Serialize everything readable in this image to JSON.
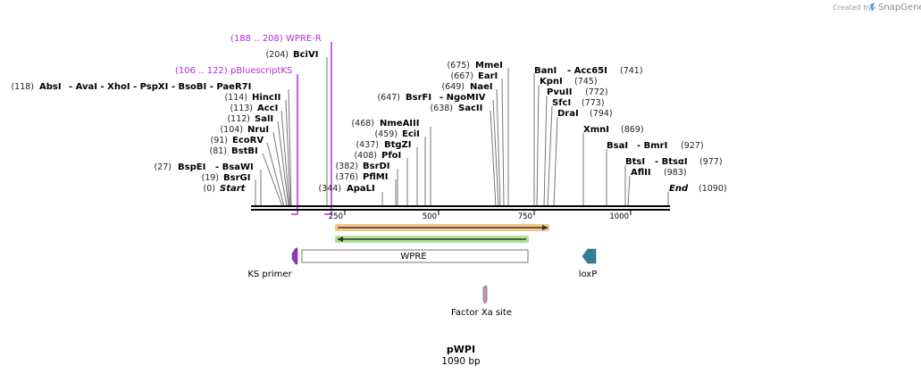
{
  "credit": {
    "prefix": "Created by",
    "brand": "SnapGene"
  },
  "map": {
    "total_bp": 1090,
    "name": "pWPI",
    "length_label": "1090 bp"
  },
  "scale_ticks": [
    "250",
    "500",
    "750",
    "1000"
  ],
  "enzymes": [
    {
      "pos_label": "(0)",
      "name": "Start",
      "italic": true,
      "line_bp": 0
    },
    {
      "pos_label": "(19)",
      "name": "BsrGI",
      "line_bp": 19
    },
    {
      "pos_label": "(27)",
      "name": "BspEI",
      "extra": "-  BsaWI",
      "line_bp": 27
    },
    {
      "pos_label": "(81)",
      "name": "BstBI",
      "line_bp": 81
    },
    {
      "pos_label": "(91)",
      "name": "EcoRV",
      "line_bp": 91
    },
    {
      "pos_label": "(104)",
      "name": "NruI",
      "line_bp": 104
    },
    {
      "pos_label": "(112)",
      "name": "SalI",
      "line_bp": 112
    },
    {
      "pos_label": "(113)",
      "name": "AccI",
      "line_bp": 113
    },
    {
      "pos_label": "(114)",
      "name": "HincII",
      "line_bp": 114
    },
    {
      "pos_label": "(118)",
      "name": "AbsI",
      "extra": "-  AvaI   -  XhoI   -  PspXI   -  BsoBI   -  PaeR7I",
      "line_bp": 118
    },
    {
      "pos_label": "(204)",
      "name": "BciVI",
      "line_bp": 204
    },
    {
      "pos_label": "(344)",
      "name": "ApaLI",
      "line_bp": 344
    },
    {
      "pos_label": "(376)",
      "name": "PflMI",
      "line_bp": 376
    },
    {
      "pos_label": "(382)",
      "name": "BsrDI",
      "line_bp": 382
    },
    {
      "pos_label": "(408)",
      "name": "PfoI",
      "line_bp": 408
    },
    {
      "pos_label": "(437)",
      "name": "BtgZI",
      "line_bp": 437
    },
    {
      "pos_label": "(459)",
      "name": "EciI",
      "line_bp": 459
    },
    {
      "pos_label": "(468)",
      "name": "NmeAIII",
      "line_bp": 468
    },
    {
      "pos_label": "(638)",
      "name": "SacII",
      "line_bp": 638
    },
    {
      "pos_label": "(647)",
      "name": "BsrFI",
      "extra": "-  NgoMIV",
      "line_bp": 647
    },
    {
      "pos_label": "(649)",
      "name": "NaeI",
      "line_bp": 649
    },
    {
      "pos_label": "(667)",
      "name": "EarI",
      "line_bp": 667
    },
    {
      "pos_label": "(675)",
      "name": "MmeI",
      "line_bp": 675
    },
    {
      "pos_label": "(741)",
      "name": "BanI",
      "extra": "-  Acc65I",
      "line_bp": 741,
      "pos_right": true
    },
    {
      "pos_label": "(745)",
      "name": "KpnI",
      "line_bp": 745,
      "pos_right": true
    },
    {
      "pos_label": "(772)",
      "name": "PvuII",
      "line_bp": 772,
      "pos_right": true
    },
    {
      "pos_label": "(773)",
      "name": "SfcI",
      "line_bp": 773,
      "pos_right": true
    },
    {
      "pos_label": "(794)",
      "name": "DraI",
      "line_bp": 794,
      "pos_right": true
    },
    {
      "pos_label": "(869)",
      "name": "XmnI",
      "line_bp": 869,
      "pos_right": true
    },
    {
      "pos_label": "(927)",
      "name": "BsaI",
      "extra": "-  BmrI",
      "line_bp": 927,
      "pos_right": true
    },
    {
      "pos_label": "(977)",
      "name": "BtsI",
      "extra": "-  BtsαI",
      "line_bp": 977,
      "pos_right": true
    },
    {
      "pos_label": "(983)",
      "name": "AflII",
      "line_bp": 983,
      "pos_right": true
    },
    {
      "pos_label": "(1090)",
      "name": "End",
      "italic": true,
      "line_bp": 1090,
      "pos_right": true
    }
  ],
  "primers": [
    {
      "range_label": "(188 .. 208)",
      "name": "WPRE-R"
    },
    {
      "range_label": "(106 .. 122)",
      "name": "pBluescriptKS"
    }
  ],
  "features": [
    {
      "name": "WPRE",
      "type": "box"
    },
    {
      "name": "KS primer",
      "type": "primer_bind",
      "color": "#9b2fd0"
    },
    {
      "name": "loxP",
      "type": "protein_bind",
      "color": "#2e7f99"
    },
    {
      "name": "Factor Xa site",
      "type": "site",
      "color": "#c997b4"
    }
  ],
  "orf_colors": {
    "orange": "#f2a33a",
    "green": "#8fd46a",
    "primer": "#b030d8"
  }
}
